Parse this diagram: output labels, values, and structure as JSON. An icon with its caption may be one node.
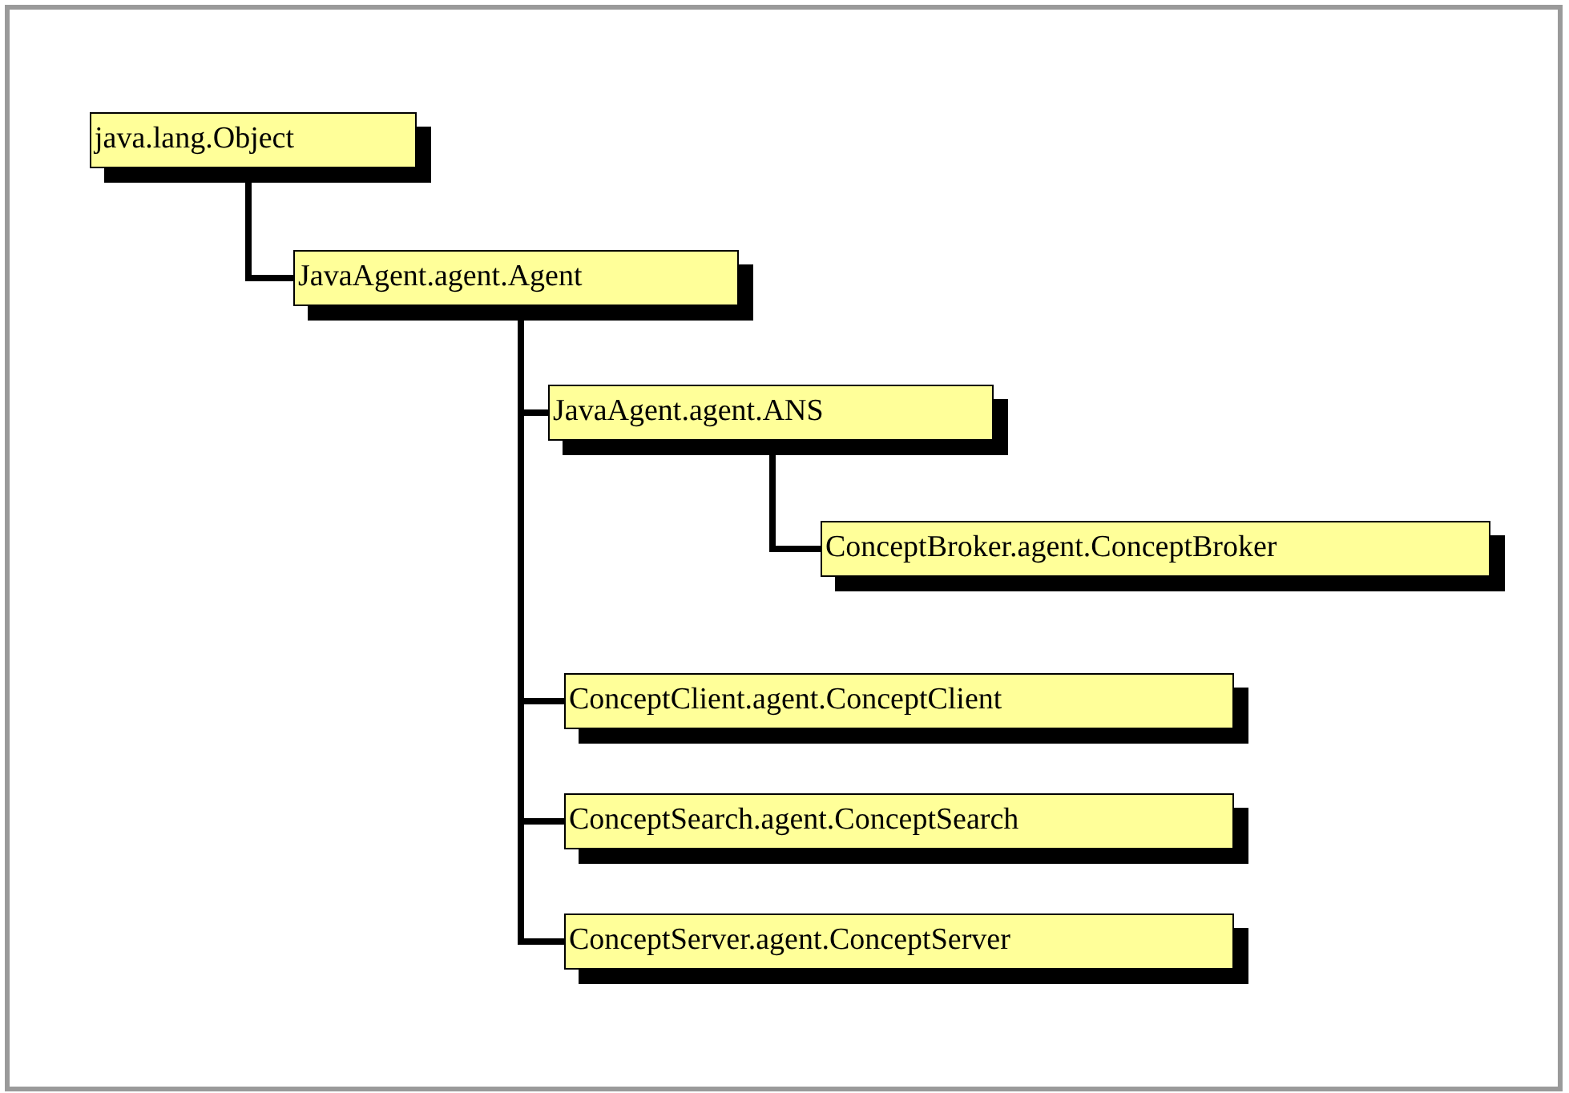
{
  "diagram": {
    "nodes": [
      {
        "text": [
          "java.lang.Object"
        ]
      },
      {
        "text": [
          "JavaAgent.agent.Agent"
        ]
      },
      {
        "text": [
          "JavaAgent.agent.ANS"
        ]
      },
      {
        "text": [
          "ConceptBroker.agent.ConceptBroker"
        ]
      },
      {
        "text": [
          "ConceptClient.agent.ConceptClient"
        ]
      },
      {
        "text": [
          "ConceptSearch.agent.ConceptSearch"
        ]
      },
      {
        "text": [
          "ConceptServer.agent.ConceptServer"
        ]
      }
    ],
    "edges": [
      {
        "from": 0,
        "to": 1,
        "arrow": "none"
      },
      {
        "from": 1,
        "to": 2,
        "arrow": "none"
      },
      {
        "from": 2,
        "to": 3,
        "arrow": "none"
      },
      {
        "from": 1,
        "to": 4,
        "arrow": "none"
      },
      {
        "from": 1,
        "to": 5,
        "arrow": "none"
      },
      {
        "from": 1,
        "to": 6,
        "arrow": "none"
      }
    ]
  }
}
